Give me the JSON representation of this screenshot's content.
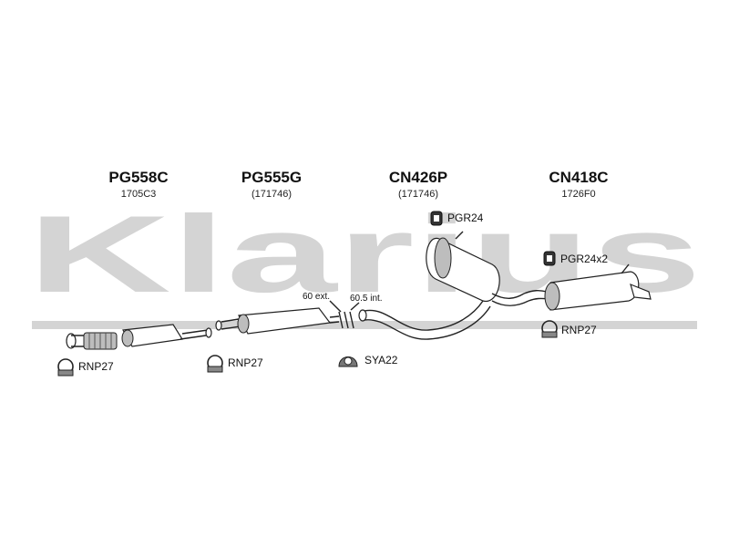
{
  "watermark": {
    "text": "Klarius"
  },
  "parts": [
    {
      "code": "PG558C",
      "ref": "1705C3"
    },
    {
      "code": "PG555G",
      "ref": "(171746)"
    },
    {
      "code": "CN426P",
      "ref": "(171746)"
    },
    {
      "code": "CN418C",
      "ref": "1726F0"
    }
  ],
  "accessories": {
    "clamp_1": "RNP27",
    "clamp_2": "RNP27",
    "clamp_3": "RNP27",
    "sealing_ring": "SYA22",
    "mount_1": "PGR24",
    "mount_2": "PGR24x2"
  },
  "dimensions": {
    "ext": "60 ext.",
    "int": "60.5 int."
  }
}
